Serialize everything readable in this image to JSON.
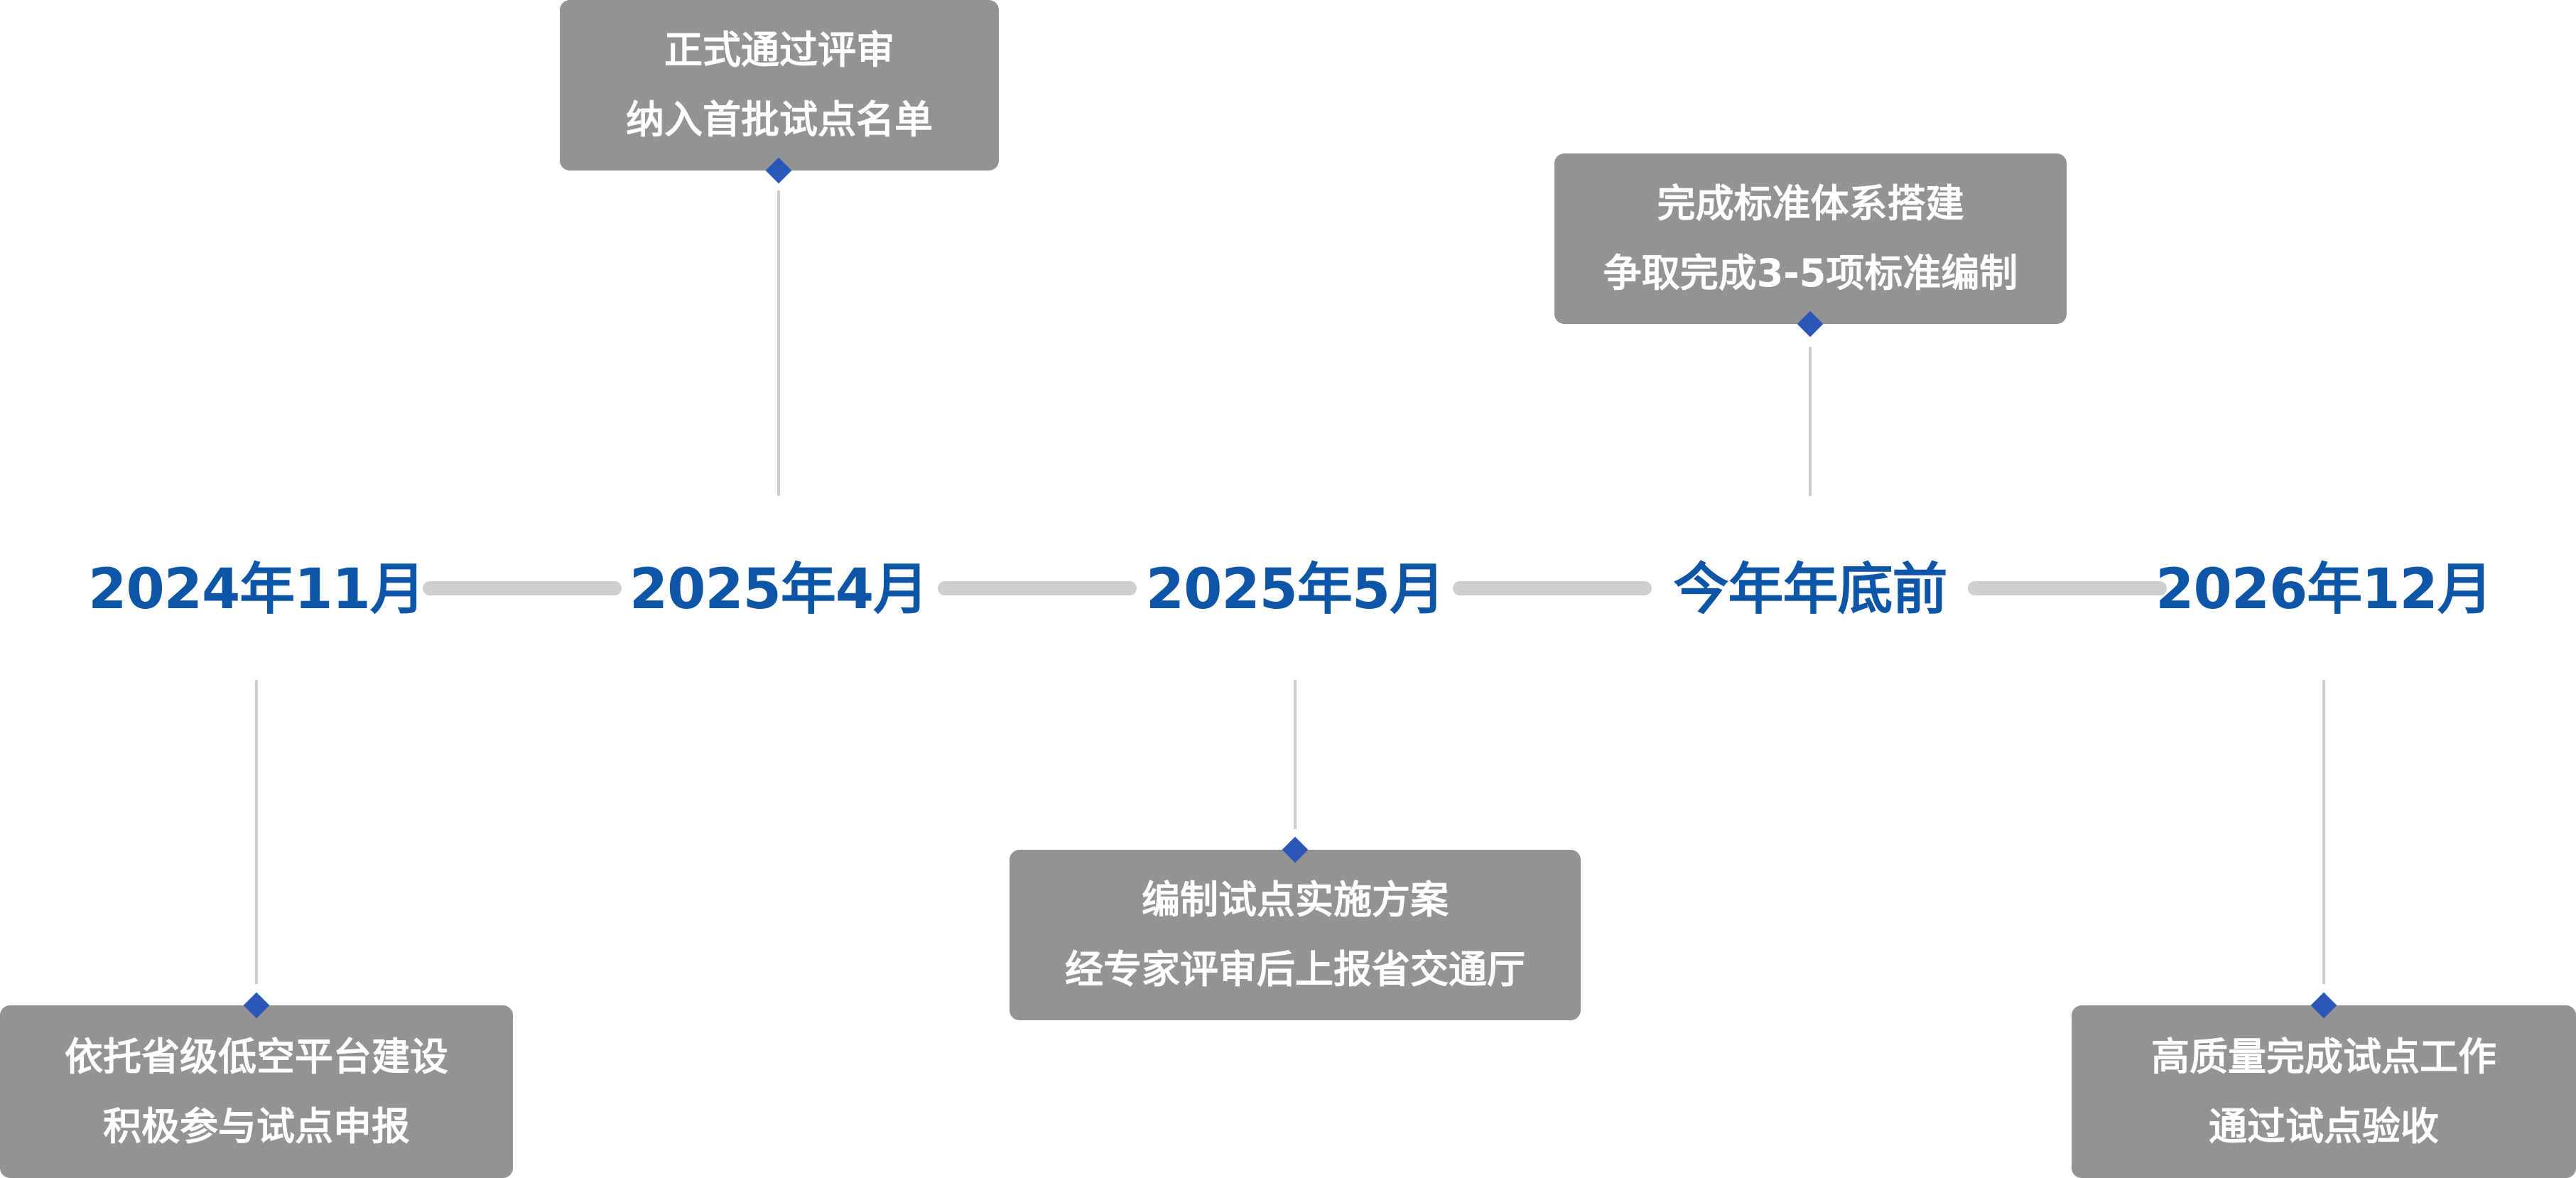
{
  "timeline": {
    "milestones": [
      {
        "date": "2024年11月",
        "position": "below",
        "lines": [
          "依托省级低空平台建设",
          "积极参与试点申报"
        ]
      },
      {
        "date": "2025年4月",
        "position": "above",
        "lines": [
          "正式通过评审",
          "纳入首批试点名单"
        ]
      },
      {
        "date": "2025年5月",
        "position": "below",
        "lines": [
          "编制试点实施方案",
          "经专家评审后上报省交通厅"
        ]
      },
      {
        "date": "今年年底前",
        "position": "above",
        "lines": [
          "完成标准体系搭建",
          "争取完成3-5项标准编制"
        ]
      },
      {
        "date": "2026年12月",
        "position": "below",
        "lines": [
          "高质量完成试点工作",
          "通过试点验收"
        ]
      }
    ]
  },
  "colors": {
    "date_text": "#0d55a6",
    "callout_bg": "#939393",
    "callout_text": "#ffffff",
    "axis_bar": "#cfcfcf",
    "connector_line": "#cccccc",
    "diamond": "#2c56b8"
  }
}
